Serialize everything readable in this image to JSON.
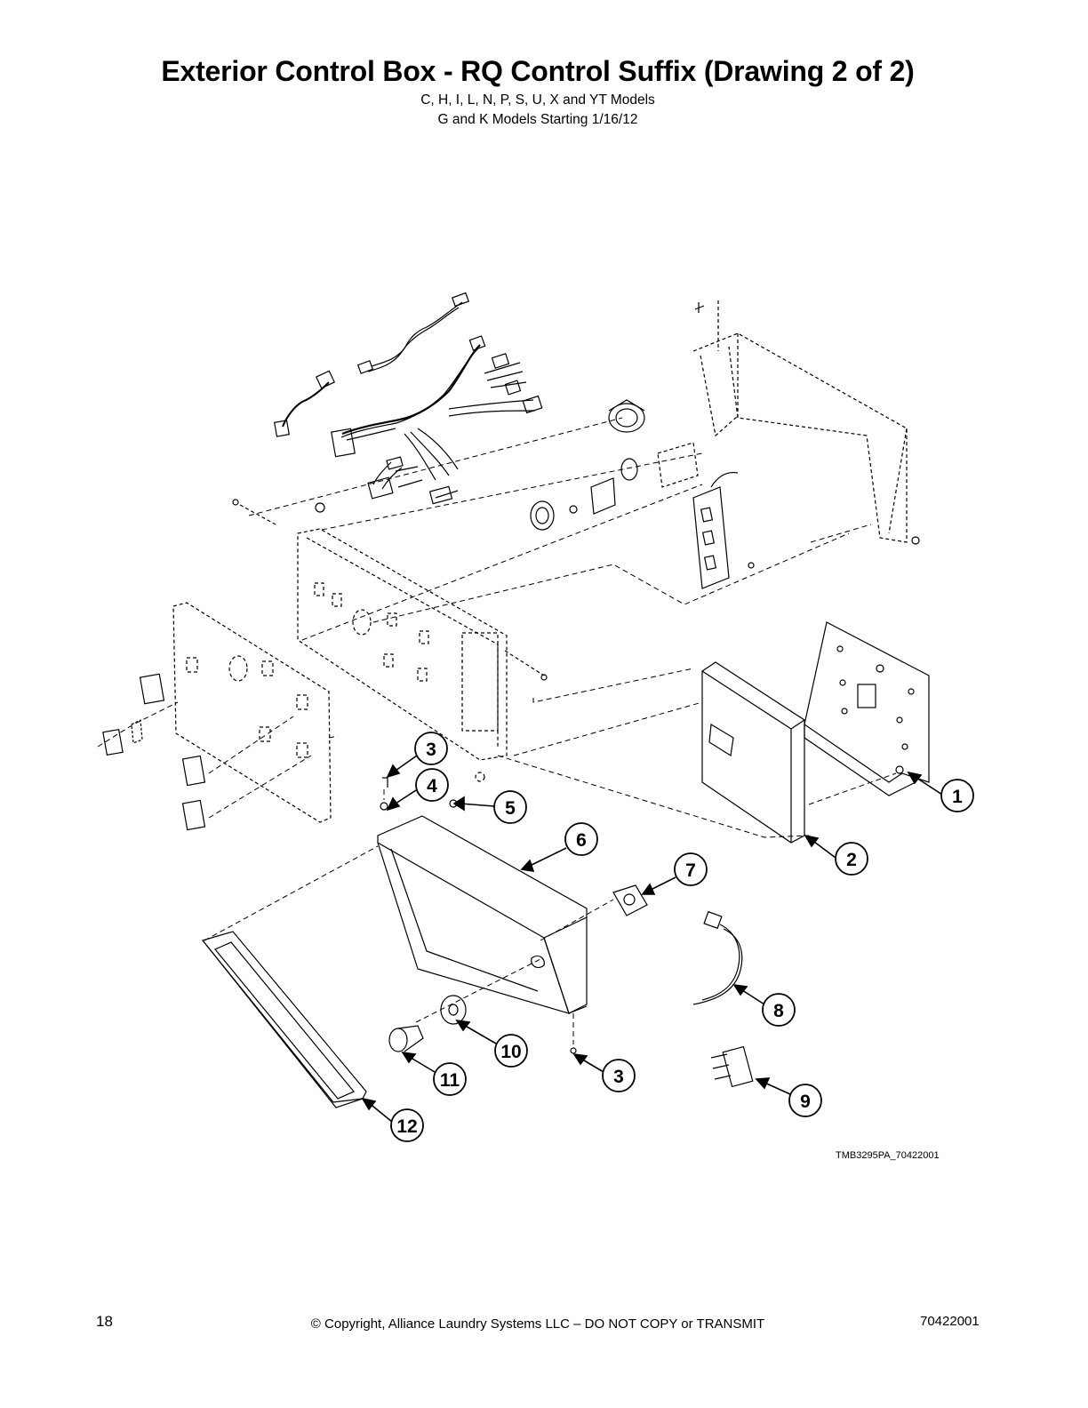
{
  "header": {
    "title": "Exterior Control Box - RQ Control Suffix (Drawing 2 of 2)",
    "subtitle_line1": "C, H, I, L, N, P, S, U, X and YT Models",
    "subtitle_line2": "G and K Models Starting 1/16/12"
  },
  "diagram": {
    "drawing_code": "TMB3295PA_70422001",
    "callouts": [
      {
        "id": "c1",
        "label": "1"
      },
      {
        "id": "c2",
        "label": "2"
      },
      {
        "id": "c3a",
        "label": "3"
      },
      {
        "id": "c4",
        "label": "4"
      },
      {
        "id": "c5",
        "label": "5"
      },
      {
        "id": "c6",
        "label": "6"
      },
      {
        "id": "c7",
        "label": "7"
      },
      {
        "id": "c8",
        "label": "8"
      },
      {
        "id": "c9",
        "label": "9"
      },
      {
        "id": "c10",
        "label": "10"
      },
      {
        "id": "c11",
        "label": "11"
      },
      {
        "id": "c3b",
        "label": "3"
      },
      {
        "id": "c12",
        "label": "12"
      }
    ]
  },
  "footer": {
    "page_number": "18",
    "copyright": "© Copyright, Alliance Laundry Systems LLC – DO NOT COPY or TRANSMIT",
    "document_number": "70422001"
  }
}
